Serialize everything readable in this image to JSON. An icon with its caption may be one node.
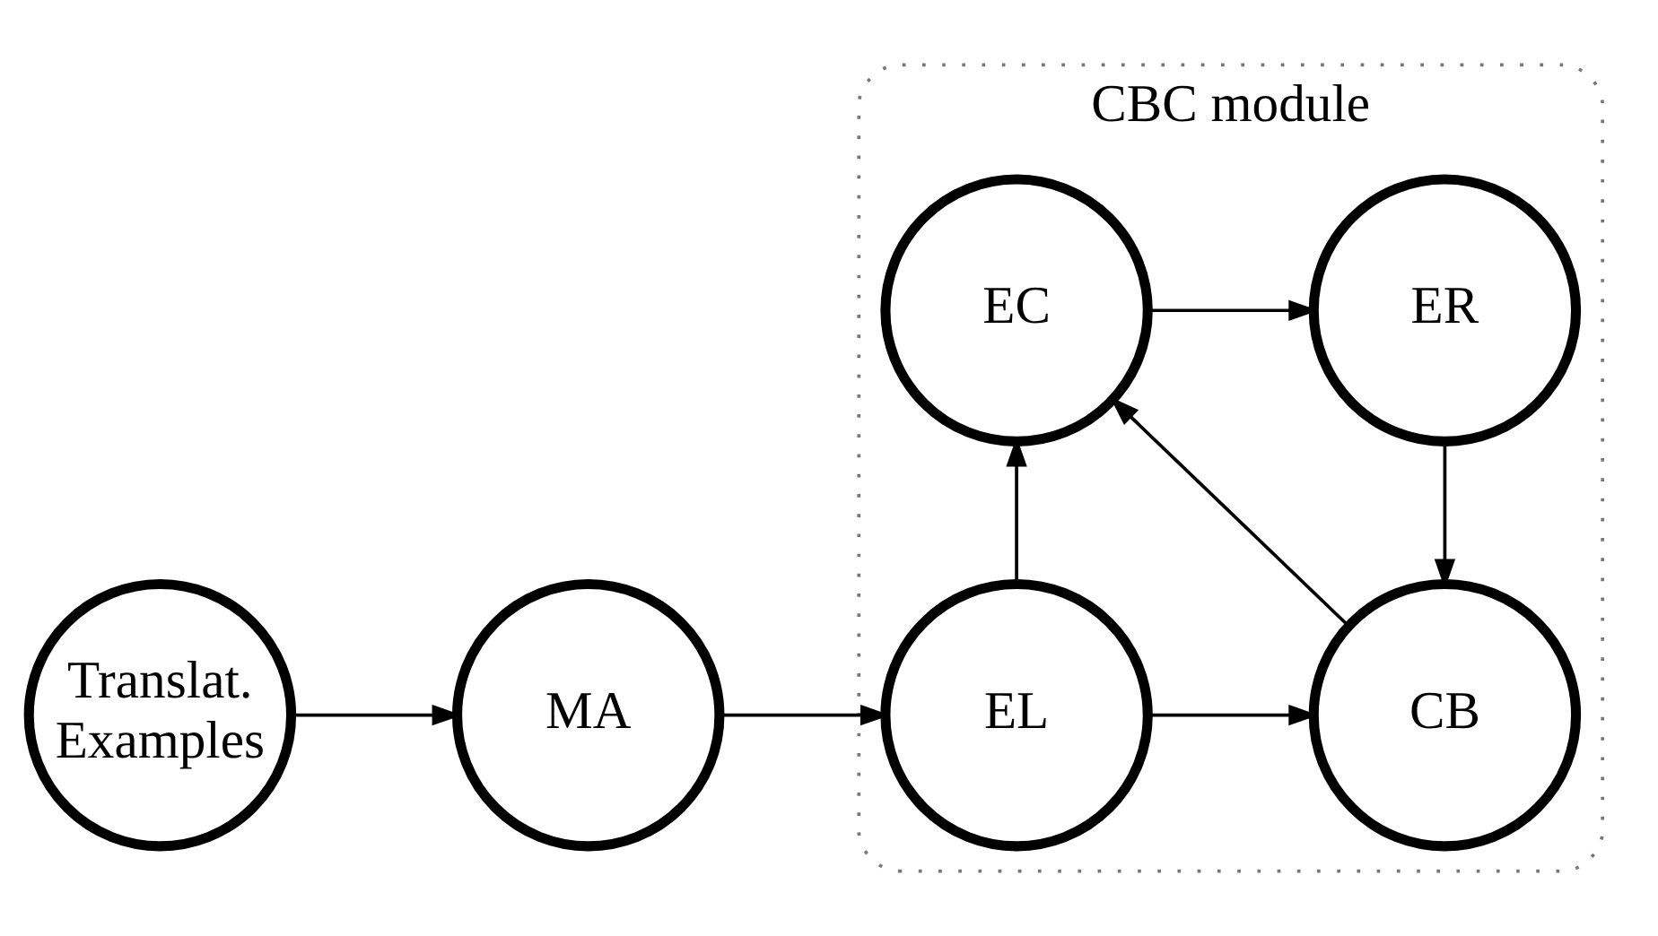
{
  "diagram": {
    "nodes": [
      {
        "text": [
          "CBC module"
        ]
      },
      {
        "text": [
          "Translat. Examples"
        ]
      },
      {
        "text": [
          "MA"
        ]
      },
      {
        "text": [
          "EL"
        ],
        "in": 0
      },
      {
        "text": [
          "CB"
        ],
        "in": 0
      },
      {
        "text": [
          "EC"
        ],
        "in": 0
      },
      {
        "text": [
          "ER"
        ],
        "in": 0
      }
    ],
    "edges": [
      {
        "from": 1,
        "to": 2,
        "arrow": "to"
      },
      {
        "from": 2,
        "to": 3,
        "arrow": "to"
      },
      {
        "from": 3,
        "to": 4,
        "arrow": "to"
      },
      {
        "from": 3,
        "to": 5,
        "arrow": "to"
      },
      {
        "from": 4,
        "to": 5,
        "arrow": "to"
      },
      {
        "from": 5,
        "to": 6,
        "arrow": "to"
      },
      {
        "from": 6,
        "to": 4,
        "arrow": "to"
      }
    ]
  }
}
